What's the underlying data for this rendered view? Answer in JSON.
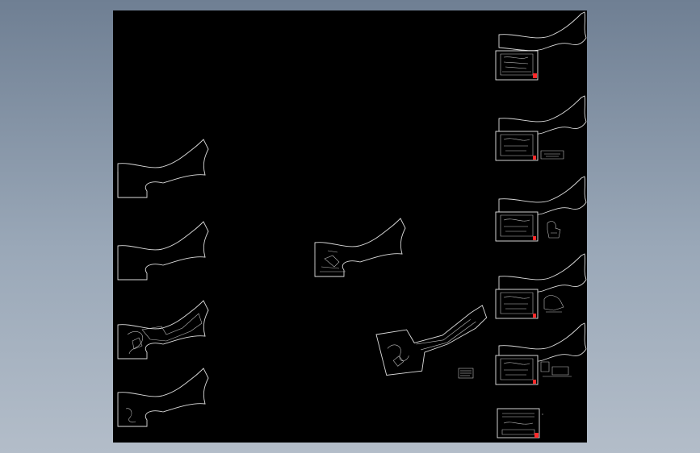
{
  "viewport": {
    "background": "#000000",
    "line_color": "#dcdcdc",
    "marker_color": "#ff2a2a"
  },
  "drawing": {
    "left_outlines": [
      "outline",
      "outline",
      "outline-with-paths",
      "outline-with-curve"
    ],
    "center_items": [
      "outline-with-detail",
      "rotated-plan",
      "small-block"
    ],
    "right_sheets": [
      {
        "kind": "plan-sheet",
        "has_side_detail": false
      },
      {
        "kind": "plan-sheet",
        "has_side_detail": true
      },
      {
        "kind": "plan-sheet",
        "has_side_detail": true
      },
      {
        "kind": "plan-sheet",
        "has_side_detail": true
      },
      {
        "kind": "plan-sheet",
        "has_side_detail": true
      },
      {
        "kind": "section-sheet",
        "has_side_detail": false
      }
    ]
  }
}
